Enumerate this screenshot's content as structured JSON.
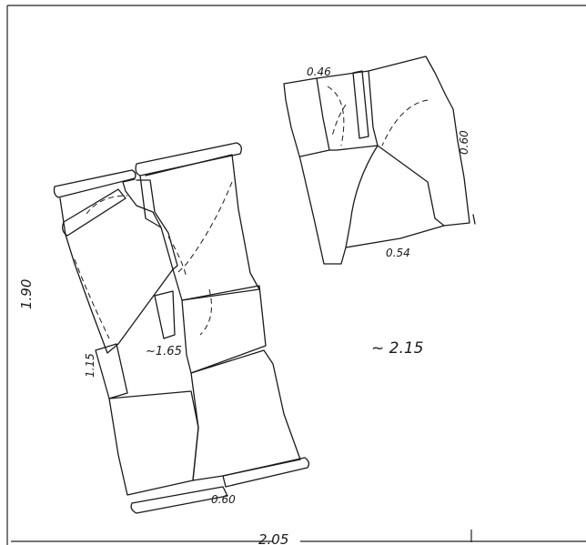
{
  "labels": {
    "left_height": "1.90",
    "right_total": "~ 2.15",
    "bottom_width": "2.05",
    "piece_a_left": "1.15",
    "piece_a_center": "~1.65",
    "piece_a_bottom": "0.60",
    "piece_b_top": "0.46",
    "piece_b_right": "0.60",
    "piece_b_bottom": "0.54"
  }
}
